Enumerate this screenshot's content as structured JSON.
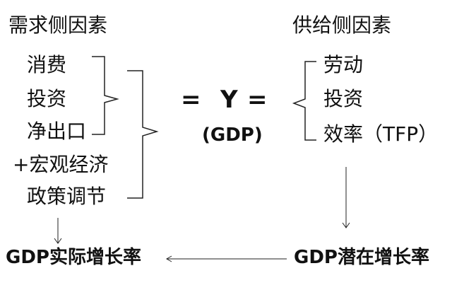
{
  "demand": {
    "title": "需求侧因素",
    "items": [
      "消费",
      "投资",
      "净出口"
    ],
    "policy": [
      "+宏观经济",
      "政策调节"
    ]
  },
  "supply": {
    "title": "供给侧因素",
    "items": [
      "劳动",
      "投资",
      "效率（TFP）"
    ]
  },
  "center": {
    "equals_left": "=",
    "y": "Y",
    "equals_right": "=",
    "gdp": "(GDP)"
  },
  "bottom": {
    "actual": "GDP实际增长率",
    "potential": "GDP潜在增长率"
  }
}
